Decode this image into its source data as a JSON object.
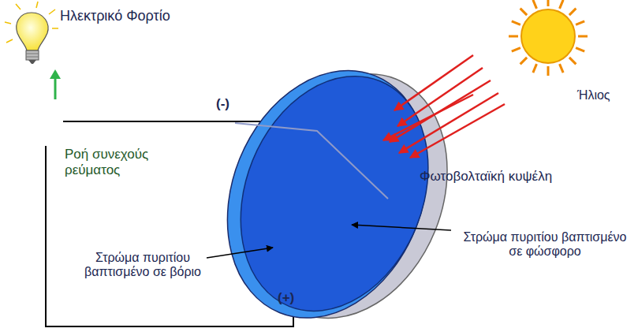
{
  "diagram": {
    "labels": [
      "Ηλεκτρικό Φορτίο",
      "(-)",
      "Ήλιος",
      "Ροή συνεχούς ρεύματος",
      "Φωτοβολταϊκή κυψέλη",
      "Στρώμα πυριτίου βαπτισμένο σε φώσφορο",
      "Στρώμα πυριτίου βαπτισμένο σε βόριο",
      "(+)"
    ]
  }
}
